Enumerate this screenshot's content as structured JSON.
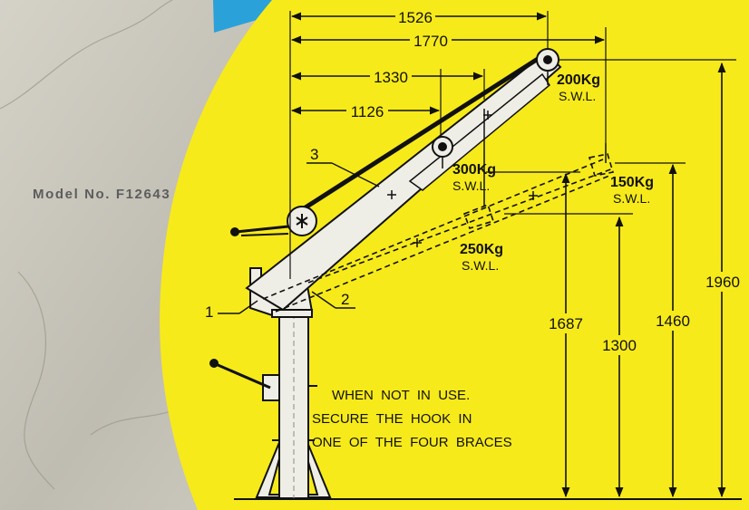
{
  "model_label": {
    "prefix": "Model No.",
    "number": "F12643"
  },
  "colors": {
    "background_stone": "#c9c6bd",
    "yellow_disc": "#f7ea1a",
    "blue_corner": "#2aa1d9",
    "line": "#111111",
    "crane_fill": "#efeee6"
  },
  "dimensions": {
    "top_horizontal": [
      "1526",
      "1770",
      "1330",
      "1126"
    ],
    "right_vertical": [
      "1960",
      "1460",
      "1687",
      "1300"
    ]
  },
  "loads": [
    {
      "weight": "200Kg",
      "swl": "S.W.L."
    },
    {
      "weight": "300Kg",
      "swl": "S.W.L."
    },
    {
      "weight": "150Kg",
      "swl": "S.W.L."
    },
    {
      "weight": "250Kg",
      "swl": "S.W.L."
    }
  ],
  "part_numbers": [
    "1",
    "2",
    "3"
  ],
  "note_lines": [
    "WHEN  NOT  IN  USE.",
    "SECURE  THE  HOOK  IN",
    "ONE  OF  THE  FOUR  BRACES"
  ]
}
